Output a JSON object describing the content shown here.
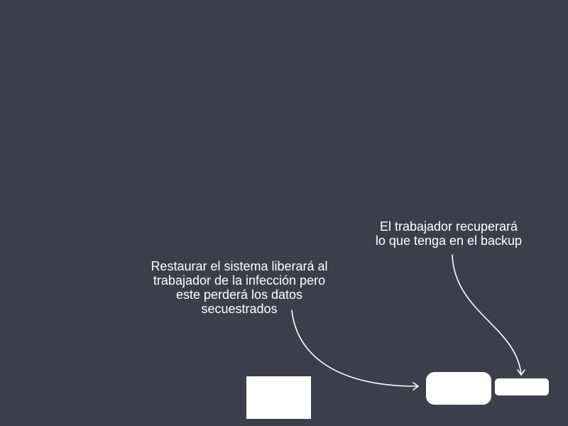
{
  "annotations": {
    "backup": {
      "lines": [
        "El trabajador recuperará",
        "lo que tenga en el backup"
      ]
    },
    "restore": {
      "lines": [
        "Restaurar el sistema liberará al",
        "trabajador de la infección pero",
        "este perderá los datos",
        "secuestrados"
      ]
    }
  },
  "colors": {
    "background": "#3c3f4b",
    "foreground": "#ffffff"
  }
}
